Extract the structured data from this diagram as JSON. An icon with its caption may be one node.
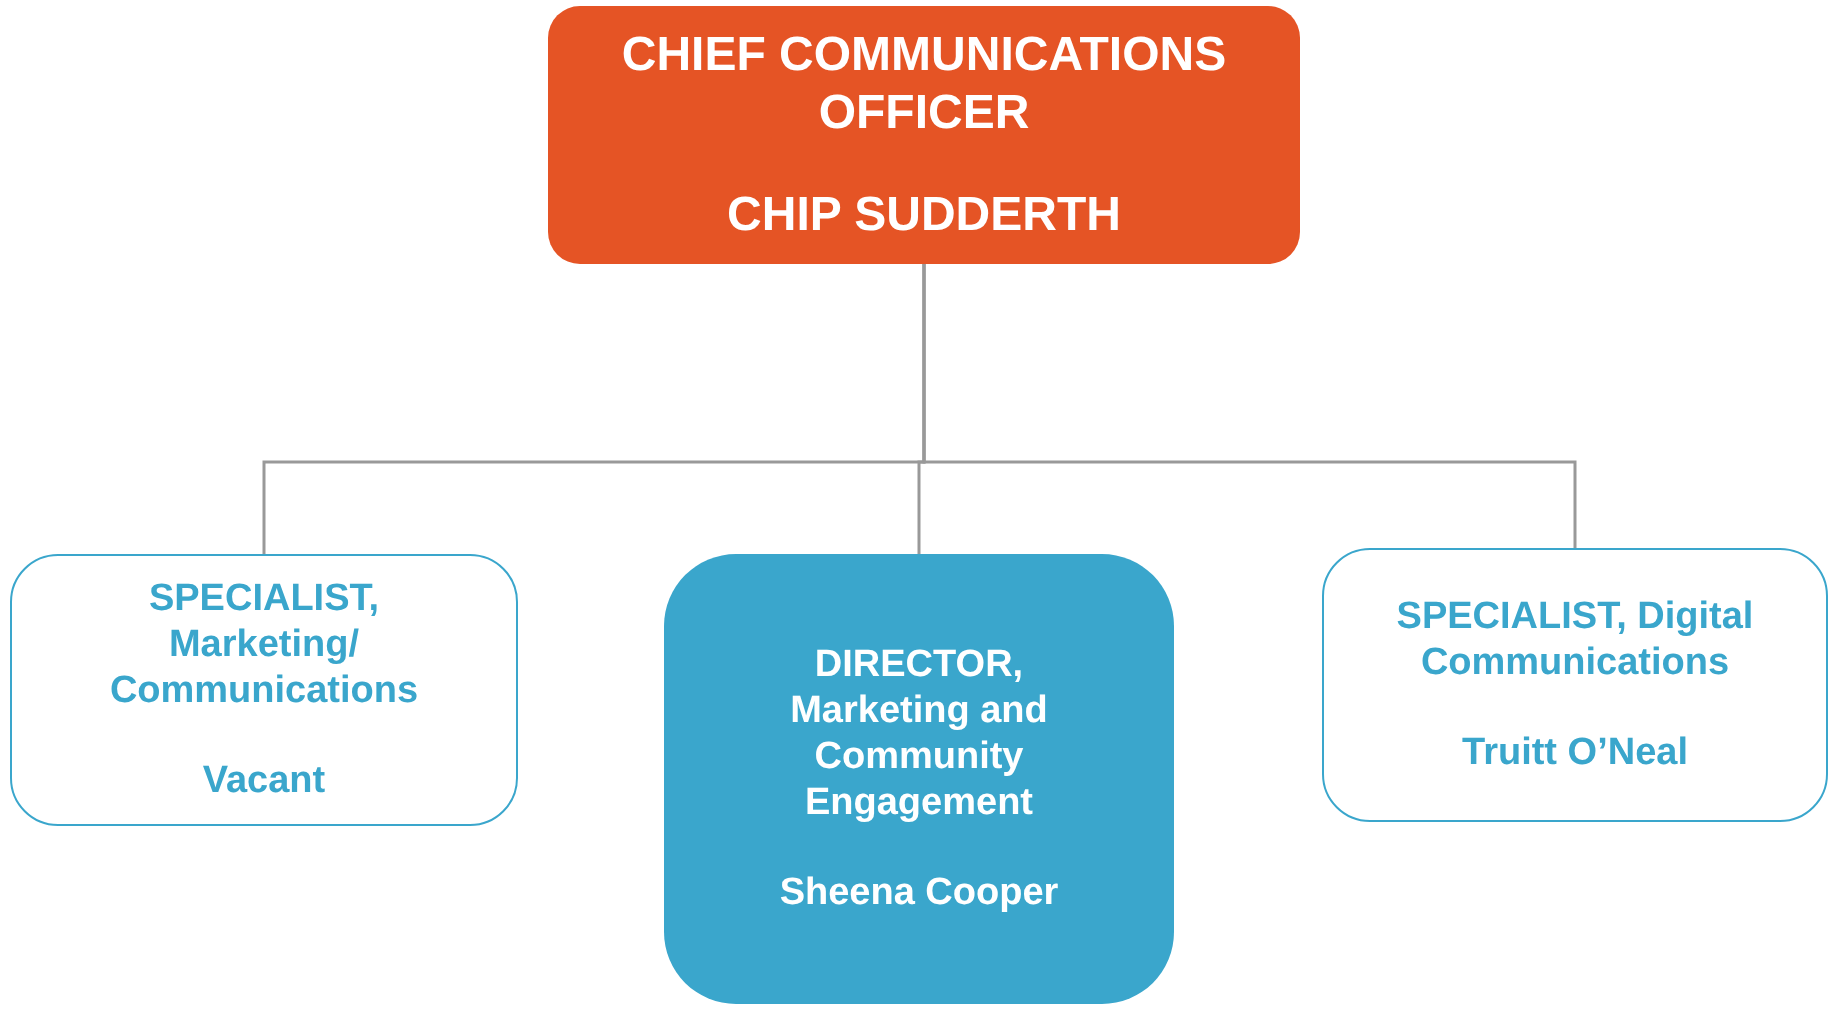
{
  "diagram": {
    "nodes": [
      {
        "text": [
          "CHIEF COMMUNICATIONS OFFICER",
          "CHIP SUDDERTH"
        ]
      },
      {
        "text": [
          "SPECIALIST, Marketing/ Communications",
          "Vacant"
        ]
      },
      {
        "text": [
          "DIRECTOR, Marketing and Community Engagement",
          "Sheena Cooper"
        ]
      },
      {
        "text": [
          "SPECIALIST, Digital Communications",
          "Truitt O’Neal"
        ]
      }
    ],
    "edges": [
      {
        "from": 0,
        "to": 1,
        "arrow": "none"
      },
      {
        "from": 0,
        "to": 2,
        "arrow": "none"
      },
      {
        "from": 0,
        "to": 3,
        "arrow": "none"
      }
    ]
  }
}
